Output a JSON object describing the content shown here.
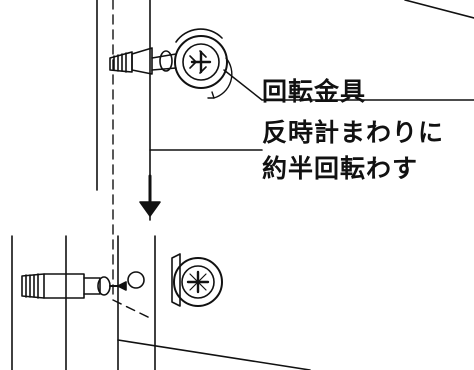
{
  "callout": {
    "title": "回転金具",
    "instruction_line1": "反時計まわりに",
    "instruction_line2": "約半回転わす"
  },
  "icons": {
    "arrow": "down-arrow-icon",
    "rotation": "counterclockwise-rotation-icon"
  },
  "colors": {
    "ink": "#111111",
    "paper": "#ffffff"
  }
}
